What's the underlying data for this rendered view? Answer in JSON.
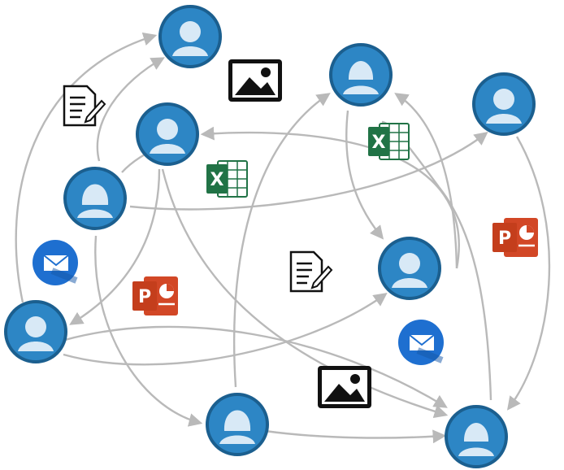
{
  "people": [
    {
      "id": "p1",
      "type": "man"
    },
    {
      "id": "p2",
      "type": "woman"
    },
    {
      "id": "p3",
      "type": "man"
    },
    {
      "id": "p4",
      "type": "man"
    },
    {
      "id": "p5",
      "type": "woman"
    },
    {
      "id": "p6",
      "type": "man"
    },
    {
      "id": "p7",
      "type": "man"
    },
    {
      "id": "p8",
      "type": "woman"
    },
    {
      "id": "p9",
      "type": "woman"
    }
  ],
  "files": [
    {
      "id": "f1",
      "kind": "image-icon"
    },
    {
      "id": "f2",
      "kind": "excel-icon",
      "glyph": "X"
    },
    {
      "id": "f3",
      "kind": "document-icon"
    },
    {
      "id": "f4",
      "kind": "excel-icon",
      "glyph": "X"
    },
    {
      "id": "f5",
      "kind": "powerpoint-icon",
      "glyph": "P"
    },
    {
      "id": "f6",
      "kind": "email-icon"
    },
    {
      "id": "f7",
      "kind": "powerpoint-icon",
      "glyph": "P"
    },
    {
      "id": "f8",
      "kind": "document-icon"
    },
    {
      "id": "f9",
      "kind": "email-icon"
    },
    {
      "id": "f10",
      "kind": "image-icon"
    }
  ],
  "colors": {
    "avatar_fill": "#2d86c5",
    "avatar_ring": "#1b5f8f",
    "avatar_figure": "#d8e9f6",
    "edge": "#b9b9b9",
    "excel": "#217346",
    "powerpoint": "#d24726",
    "email_bg": "#1e6fd0"
  }
}
